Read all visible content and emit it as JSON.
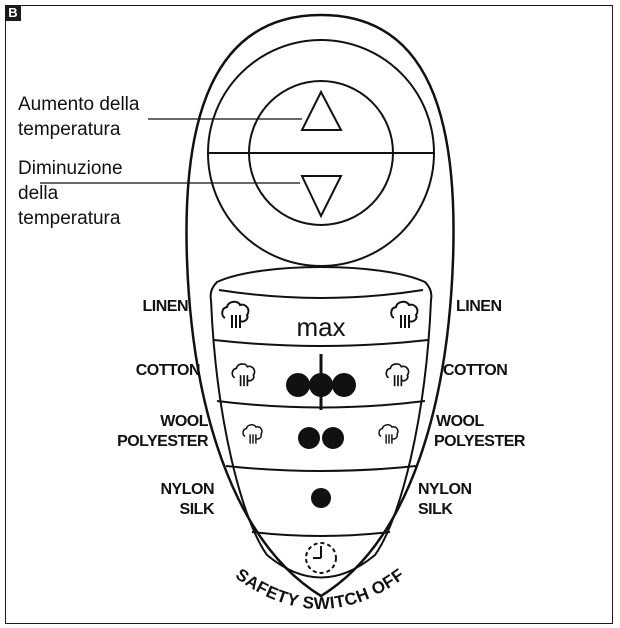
{
  "panel_label": "B",
  "callouts": {
    "increase": [
      "Aumento della",
      "temperatura"
    ],
    "decrease": [
      "Diminuzione",
      "della",
      "temperatura"
    ]
  },
  "settings": [
    {
      "left": [
        "LINEN"
      ],
      "right": [
        "LINEN"
      ],
      "dots": 0,
      "center_text": "max",
      "steam_icons": "steam-icon"
    },
    {
      "left": [
        "COTTON"
      ],
      "right": [
        "COTTON"
      ],
      "dots": 3,
      "steam_icons": "steam-icon"
    },
    {
      "left": [
        "WOOL",
        "POLYESTER"
      ],
      "right": [
        "WOOL",
        "POLYESTER"
      ],
      "dots": 2,
      "steam_icons": "steam-icon"
    },
    {
      "left": [
        "NYLON",
        "SILK"
      ],
      "right": [
        "NYLON",
        "SILK"
      ],
      "dots": 1
    }
  ],
  "timer_icon": "timer-icon",
  "safety_text": "SAFETY SWITCH OFF",
  "colors": {
    "line": "#111111",
    "background": "#ffffff"
  }
}
